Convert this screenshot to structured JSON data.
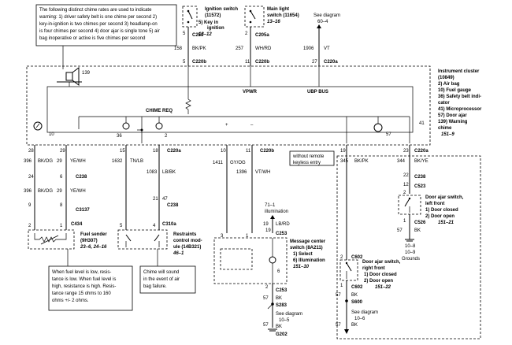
{
  "notes": {
    "chime_rates": [
      "The following distinct chime rates are used to indicate",
      "warning: 1) driver safety belt is one chime per second 2)",
      "key-in-ignition is two chimes per second 3) headlamp-on",
      "is four chimes per second 4) door ajar is single tone 5) air",
      "bag inoperative or active is five chimes per second"
    ],
    "fuel_level": [
      "When fuel level is low, resis-",
      "tance is low. When fuel level is",
      "high, resistance is high. Resis-",
      "tance range 15 ohms to 160",
      "ohms +/- 2 ohms."
    ],
    "chime_sound": [
      "Chime will sound",
      "in the event of air",
      "bag failure."
    ],
    "without_remote": [
      "without remote",
      "keyless entry"
    ]
  },
  "components": {
    "ignition_switch": {
      "name": "Ignition switch",
      "number": "(11572)",
      "pin_desc": "5)  Key in",
      "pin_desc2": "ignition",
      "ref": "13–12"
    },
    "main_light_switch": {
      "name": "Main light",
      "name2": "switch (11654)",
      "ref": "13–16"
    },
    "see_diagram_top": {
      "text": "See diagram",
      "ref": "60–4"
    },
    "instrument_cluster": {
      "name": "Instrument cluster",
      "number": "(10849)",
      "items": [
        "2)  Air bag",
        "10) Fuel gauge",
        "36) Safety belt indi-",
        "     cator",
        "41) Microprocessor",
        "57) Door ajar",
        "139) Warning",
        "      chime"
      ],
      "ref": "151–9"
    },
    "fuel_sender": {
      "name": "Fuel sender",
      "number": "(9H307)",
      "ref": "23–6, 24–16"
    },
    "restraints": {
      "name": "Restraints",
      "name2": "control mod-",
      "name3": "ule (14B321)",
      "ref": "46–1"
    },
    "message_center": {
      "name": "Message center",
      "name2": "switch (8A211)",
      "items": [
        "1)  Select",
        "6)  Illumination"
      ],
      "ref": "151–10"
    },
    "door_ajar_lf": {
      "name": "Door ajar switch,",
      "name2": "left front",
      "items": [
        "1)  Door closed",
        "2)  Door open"
      ],
      "connector": "C526",
      "ref": "151–21"
    },
    "door_ajar_rf": {
      "name": "Door ajar switch,",
      "name2": "right front",
      "items": [
        "1)  Door closed",
        "2)  Door open"
      ],
      "connector": "C602",
      "ref": "151–22"
    },
    "grounds": {
      "text1": "10–8",
      "text2": "10–9",
      "text3": "Grounds"
    },
    "see_diagram_mc": {
      "text": "See diagram",
      "ref": "10–5"
    },
    "see_diagram_door": {
      "text": "See diagram",
      "ref": "10–6"
    },
    "illumination": {
      "text": "71–1",
      "text2": "illumination"
    }
  },
  "labels": {
    "vpwr": "VPWR",
    "ubp_bus": "UBP BUS",
    "chime_req": "CHIME REQ",
    "wires_top": {
      "c250": "C250",
      "c205a": "C205a",
      "c220a": "C220a",
      "c220b": "C220b",
      "w158": "158",
      "bkpk": "BK/PK",
      "w257": "257",
      "whrd": "WH/RD",
      "w1906": "1906",
      "vt": "VT",
      "p5a": "5",
      "p5b": "5",
      "p2": "2",
      "p11": "11",
      "p27": "27",
      "p139": "139"
    },
    "fuel": {
      "p28": "28",
      "p29": "29",
      "w396a": "396",
      "bkog1": "BK/OG",
      "w29": "29",
      "yewh1": "YE/WH",
      "c238": "C238",
      "p24": "24",
      "p6": "6",
      "w396b": "396",
      "bkog2": "BK/OG",
      "w29b": "29",
      "yewh2": "YE/WH",
      "c3137": "C3137",
      "p9": "9",
      "p8": "8",
      "c434": "C434",
      "p2": "2",
      "p1": "1",
      "p10": "10"
    },
    "restr": {
      "p15": "15",
      "p18": "18",
      "c220a": "C220a",
      "w1632": "1632",
      "tnlb": "TN/LB",
      "w1083": "1083",
      "lbbk": "LB/BK",
      "p21": "21",
      "p47": "47",
      "c238": "C238",
      "p5": "5",
      "p4": "4",
      "c310a": "C310a",
      "p36": "36",
      "p2": "2"
    },
    "msg": {
      "p10": "10",
      "p11": "11",
      "c220b": "C220b",
      "w1411": "1411",
      "gyog": "GY/OG",
      "w1396": "1396",
      "vtwh": "VT/WH",
      "w19": "19",
      "lbrd": "LB/RD",
      "p19": "19",
      "c253": "C253",
      "p3": "3",
      "p1": "1",
      "p6": "6",
      "p2": "2",
      "c253b": "C253",
      "w57": "57",
      "bk": "BK",
      "s283": "S283",
      "w57b": "57",
      "bk2": "BK",
      "g202": "G202"
    },
    "door": {
      "p19": "19",
      "p23": "23",
      "c220a": "C220a",
      "w345": "345",
      "bkpk": "BK/PK",
      "w344": "344",
      "bkye": "BK/YE",
      "p22": "22",
      "c238": "C238",
      "p12": "12",
      "p2": "2",
      "c526": "C526",
      "w57": "57",
      "bk": "BK",
      "p2b": "2",
      "c602": "C602",
      "p1": "1",
      "w57b": "57",
      "bk2": "BK",
      "c602b": "C602",
      "s600": "S600",
      "w57c": "57",
      "bk3": "BK",
      "p41": "41",
      "p57": "57",
      "c523": "C523",
      "p1b": "1"
    }
  },
  "icons": [
    "speaker-icon",
    "gauge-icon",
    "bulb-icon",
    "switch-icon",
    "ground-icon",
    "resistor-icon"
  ]
}
